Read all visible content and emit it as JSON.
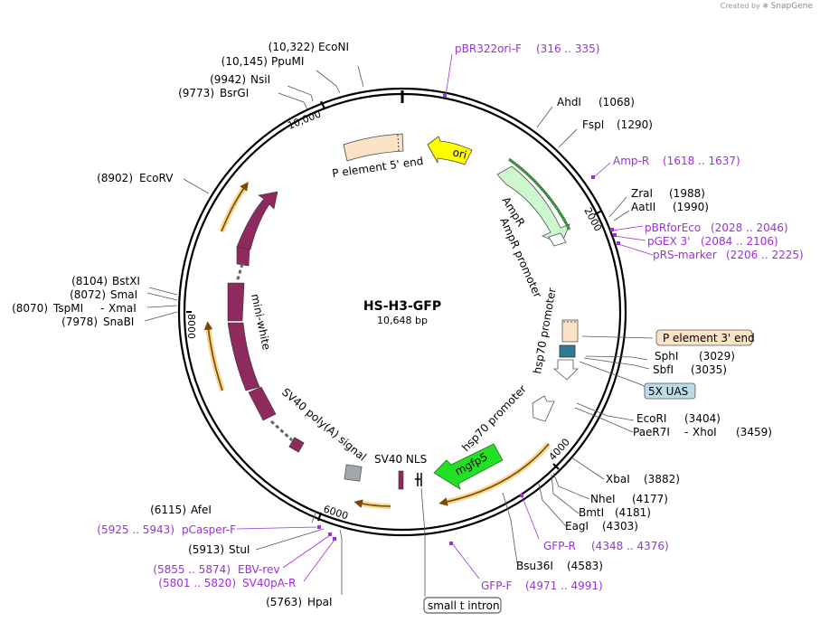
{
  "credit": {
    "prefix": "Created by",
    "brand": "SnapGene"
  },
  "plasmid": {
    "name": "HS-H3-GFP",
    "length": "10,648 bp"
  },
  "ticks": [
    "10,000",
    "2000",
    "4000",
    "6000",
    "8000"
  ],
  "features": {
    "ori": "ori",
    "p5": "P element 5' end",
    "ampr": "AmpR",
    "ampr_promoter": "AmpR promoter",
    "hsp70_a": "hsp70 promoter",
    "hsp70_b": "hsp70 promoter",
    "mgfp5": "mgfp5",
    "sv40nls": "SV40 NLS",
    "sv40polya": "SV40 poly(A) signal",
    "miniwhite": "mini-white",
    "p3": "P element 3' end",
    "uas": "5X UAS",
    "smallt": "small t intron"
  },
  "enzymes": [
    {
      "id": "econi",
      "name": "EcoNI",
      "pos": "(10,322)"
    },
    {
      "id": "ppumi",
      "name": "PpuMI",
      "pos": "(10,145)"
    },
    {
      "id": "nsii",
      "name": "NsiI",
      "pos": "(9942)"
    },
    {
      "id": "bsrgi",
      "name": "BsrGI",
      "pos": "(9773)"
    },
    {
      "id": "ecorv",
      "name": "EcoRV",
      "pos": "(8902)"
    },
    {
      "id": "bstxi",
      "name": "BstXI",
      "pos": "(8104)"
    },
    {
      "id": "smai",
      "name": "SmaI",
      "pos": "(8072)"
    },
    {
      "id": "tspmi",
      "name": "TspMI",
      "name2": "XmaI",
      "pos": "(8070)"
    },
    {
      "id": "snabi",
      "name": "SnaBI",
      "pos": "(7978)"
    },
    {
      "id": "ahdi",
      "name": "AhdI",
      "pos": "(1068)"
    },
    {
      "id": "fspi",
      "name": "FspI",
      "pos": "(1290)"
    },
    {
      "id": "zrai",
      "name": "ZraI",
      "pos": "(1988)"
    },
    {
      "id": "aatii",
      "name": "AatII",
      "pos": "(1990)"
    },
    {
      "id": "sphi",
      "name": "SphI",
      "pos": "(3029)"
    },
    {
      "id": "sbfi",
      "name": "SbfI",
      "pos": "(3035)"
    },
    {
      "id": "ecori",
      "name": "EcoRI",
      "pos": "(3404)"
    },
    {
      "id": "paer7i",
      "name": "PaeR7I",
      "name2": "XhoI",
      "pos": "(3459)"
    },
    {
      "id": "xbai",
      "name": "XbaI",
      "pos": "(3882)"
    },
    {
      "id": "nhei",
      "name": "NheI",
      "pos": "(4177)"
    },
    {
      "id": "bmti",
      "name": "BmtI",
      "pos": "(4181)"
    },
    {
      "id": "eagi",
      "name": "EagI",
      "pos": "(4303)"
    },
    {
      "id": "bsu36i",
      "name": "Bsu36I",
      "pos": "(4583)"
    },
    {
      "id": "afei",
      "name": "AfeI",
      "pos": "(6115)"
    },
    {
      "id": "stui",
      "name": "StuI",
      "pos": "(5913)"
    },
    {
      "id": "hpai",
      "name": "HpaI",
      "pos": "(5763)"
    }
  ],
  "primers": [
    {
      "id": "pbr322ori",
      "name": "pBR322ori-F",
      "range": "(316 .. 335)"
    },
    {
      "id": "ampr",
      "name": "Amp-R",
      "range": "(1618 .. 1637)"
    },
    {
      "id": "pbrforeco",
      "name": "pBRforEco",
      "range": "(2028 .. 2046)"
    },
    {
      "id": "pgex3",
      "name": "pGEX 3'",
      "range": "(2084 .. 2106)"
    },
    {
      "id": "prsmarker",
      "name": "pRS-marker",
      "range": "(2206 .. 2225)"
    },
    {
      "id": "gfpr",
      "name": "GFP-R",
      "range": "(4348 .. 4376)"
    },
    {
      "id": "gfpf",
      "name": "GFP-F",
      "range": "(4971 .. 4991)"
    },
    {
      "id": "pcasperf",
      "name": "pCasper-F",
      "range": "(5925 .. 5943)"
    },
    {
      "id": "ebvrev",
      "name": "EBV-rev",
      "range": "(5855 .. 5874)"
    },
    {
      "id": "sv40par",
      "name": "SV40pA-R",
      "range": "(5801 .. 5820)"
    }
  ],
  "colors": {
    "ring": "#000000",
    "ori": "#ffff00",
    "p_element": "#fde3c6",
    "ampr": "#cdf7cd",
    "ampr_orf": "#2e7d32",
    "mgfp5": "#22e022",
    "miniwhite": "#8e2a5e",
    "uas": "#2c7c95",
    "uas_label": "#b9dde6",
    "orf_arrow": "#f0c070",
    "primer": "#9b30d9",
    "sv40nls": "#a0a7ad"
  }
}
